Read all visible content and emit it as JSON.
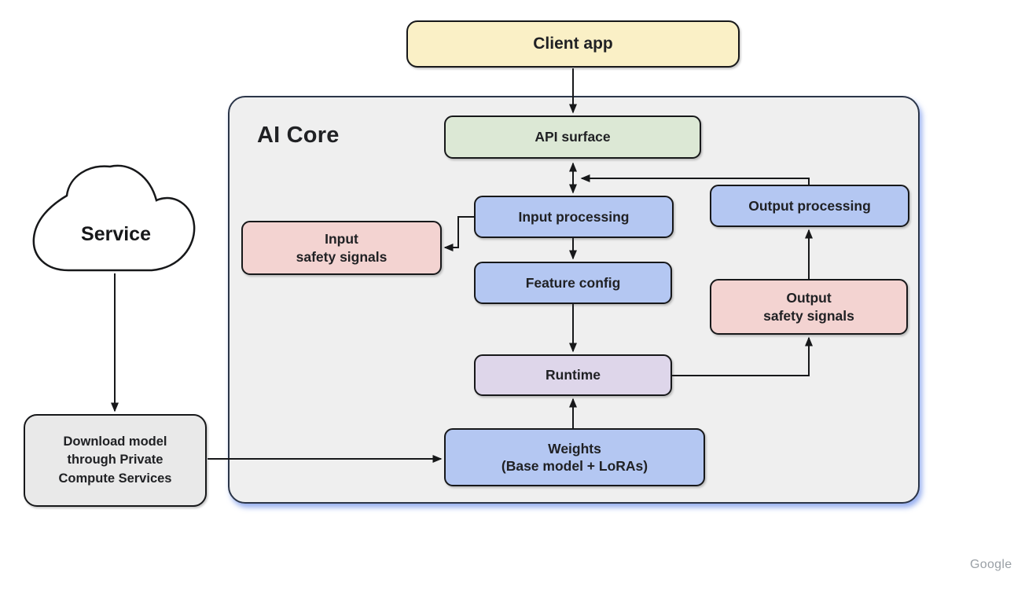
{
  "diagram": {
    "watermark": "Google",
    "arrow_color": "#17181a",
    "container": {
      "label": "AI Core",
      "fill": "#efefef",
      "border": "#2b3548",
      "shadow": "#7d9beb"
    },
    "nodes": {
      "client_app": {
        "label": "Client app",
        "fill": "#faf0c6"
      },
      "api_surface": {
        "label": "API surface",
        "fill": "#dce8d5"
      },
      "input_processing": {
        "label": "Input processing",
        "fill": "#b4c7f2"
      },
      "input_safety_signals": {
        "lines": [
          "Input",
          "safety signals"
        ],
        "fill": "#f3d3d1"
      },
      "feature_config": {
        "label": "Feature config",
        "fill": "#b4c7f2"
      },
      "output_processing": {
        "label": "Output processing",
        "fill": "#b4c7f2"
      },
      "output_safety_signals": {
        "lines": [
          "Output",
          "safety signals"
        ],
        "fill": "#f3d3d1"
      },
      "runtime": {
        "label": "Runtime",
        "fill": "#ded6ea"
      },
      "weights": {
        "lines": [
          "Weights",
          "(Base model + LoRAs)"
        ],
        "fill": "#b4c7f2"
      },
      "service_cloud": {
        "label": "Service",
        "fill": "#ffffff"
      },
      "download_model": {
        "lines": [
          "Download model",
          "through Private",
          "Compute Services"
        ],
        "fill": "#e9e9e9"
      }
    },
    "connections": [
      {
        "from": "Client app",
        "to": "API surface",
        "bidirectional": false
      },
      {
        "from": "API surface",
        "to": "Input processing",
        "bidirectional": true
      },
      {
        "from": "Output processing",
        "to": "API surface",
        "bidirectional": false
      },
      {
        "from": "Input processing",
        "to": "Input safety signals",
        "bidirectional": false
      },
      {
        "from": "Input processing",
        "to": "Feature config",
        "bidirectional": false
      },
      {
        "from": "Feature config",
        "to": "Runtime",
        "bidirectional": false
      },
      {
        "from": "Runtime",
        "to": "Output safety signals",
        "bidirectional": false
      },
      {
        "from": "Output safety signals",
        "to": "Output processing",
        "bidirectional": false
      },
      {
        "from": "Weights (Base model + LoRAs)",
        "to": "Runtime",
        "bidirectional": false
      },
      {
        "from": "Service",
        "to": "Download model through Private Compute Services",
        "bidirectional": false
      },
      {
        "from": "Download model through Private Compute Services",
        "to": "Weights (Base model + LoRAs)",
        "bidirectional": false
      }
    ]
  }
}
